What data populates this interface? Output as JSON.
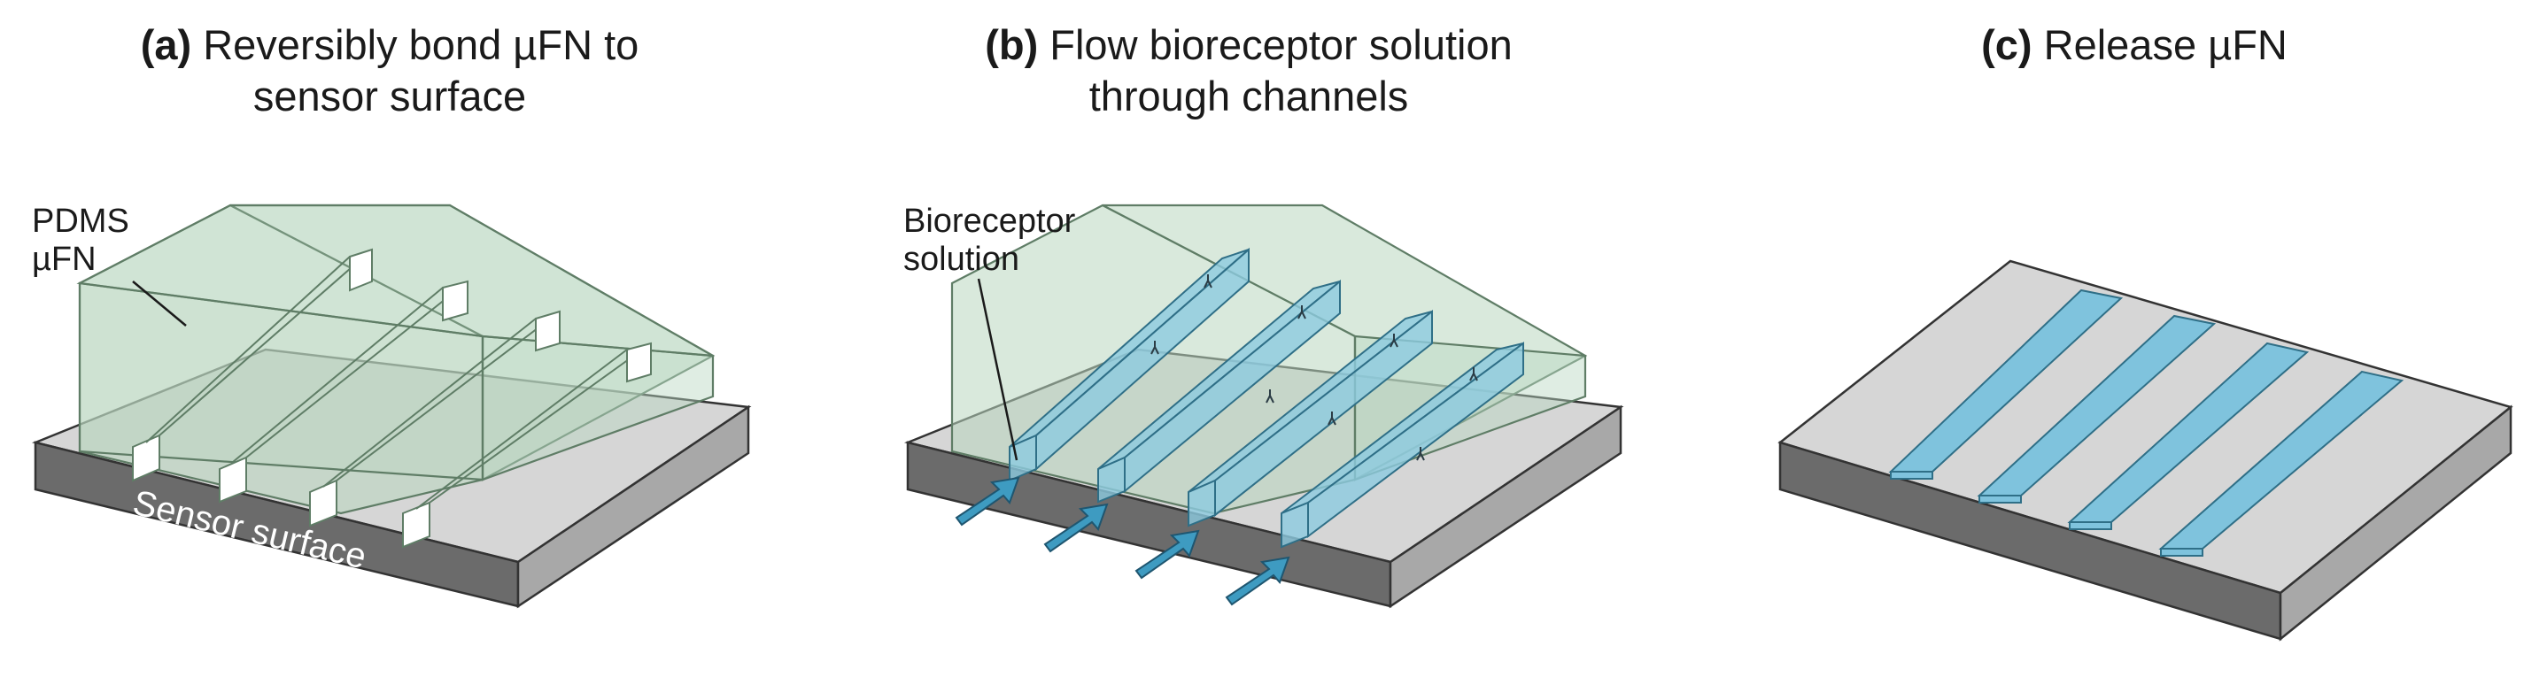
{
  "panels": {
    "a": {
      "letter": "(a)",
      "title_line1": "Reversibly bond µFN to",
      "title_line2": "sensor surface",
      "label_pdms": "PDMS",
      "label_ufn": "µFN",
      "label_sensor": "Sensor surface"
    },
    "b": {
      "letter": "(b)",
      "title_line1": "Flow bioreceptor solution",
      "title_line2": "through channels",
      "label_bioreceptor_line1": "Bioreceptor",
      "label_bioreceptor_line2": "solution"
    },
    "c": {
      "letter": "(c)",
      "title_line1": "Release µFN"
    }
  },
  "colors": {
    "substrate_top": "#d6d6d6",
    "substrate_front": "#6b6b6b",
    "substrate_side": "#a8a8a8",
    "pdms_fill": "#b9d7c0",
    "pdms_stroke": "#5f7d66",
    "channel_blue": "#8ccbe0",
    "strip_blue": "#7fc3dd",
    "arrow_blue": "#3e9bc1",
    "outline": "#333333"
  }
}
